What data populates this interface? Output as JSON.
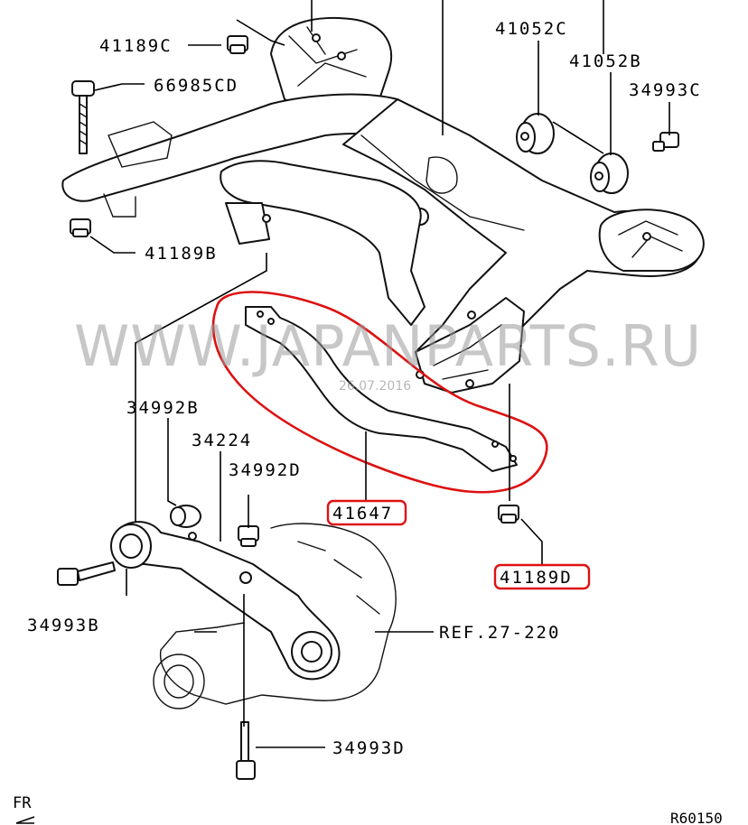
{
  "labels": {
    "p41189C": "41189C",
    "p66985CD": "66985CD",
    "p41052C": "41052C",
    "p41052B": "41052B",
    "p34993C": "34993C",
    "p41189B": "41189B",
    "p34992B": "34992B",
    "p34224": "34224",
    "p34992D": "34992D",
    "p41647": "41647",
    "p41189D": "41189D",
    "p34993B": "34993B",
    "ref": "REF.27-220",
    "p34993D": "34993D"
  },
  "watermark": {
    "text": "WWW.JAPANPARTS.RU",
    "date": "26.07.2016"
  },
  "direction": "FR",
  "drawing_code": "R60150",
  "colors": {
    "highlight": "#dd1111",
    "watermark": "#999999"
  }
}
